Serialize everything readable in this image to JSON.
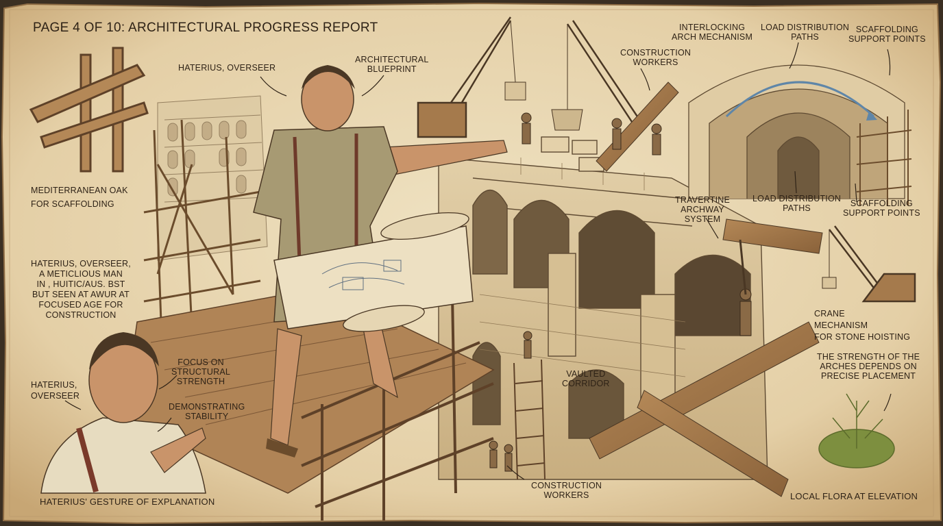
{
  "page_title": "PAGE 4 OF 10: ARCHITECTURAL PROGRESS REPORT",
  "labels": {
    "haterius_overseer_top": "HATERIUS, OVERSEER",
    "architectural_blueprint": [
      "ARCHITECTURAL",
      "BLUEPRINT"
    ],
    "construction_workers_top": [
      "CONSTRUCTION",
      "WORKERS"
    ],
    "interlocking_arch": [
      "INTERLOCKING",
      "ARCH MECHANISM"
    ],
    "load_paths_top": [
      "LOAD DISTRIBUTION",
      "PATHS"
    ],
    "scaffold_points_top": [
      "SCAFFOLDING",
      "SUPPORT POINTS"
    ],
    "oak": [
      "MEDITERRANEAN OAK",
      "FOR SCAFFOLDING"
    ],
    "travertine": [
      "TRAVERTINE",
      "ARCHWAY",
      "SYSTEM"
    ],
    "load_paths_mid": [
      "LOAD DISTRIBUTION",
      "PATHS"
    ],
    "scaffold_points_mid": [
      "SCAFFOLDING",
      "SUPPORT POINTS"
    ],
    "haterius_description": [
      "HATERIUS, OVERSEER,",
      "A METICLIOUS MAN",
      "IN , HUITIC/AUS. BST",
      "BUT SEEN AT AWUR AT",
      "FOCUSED AGE FOR",
      "CONSTRUCTION"
    ],
    "crane_mechanism": [
      "CRANE",
      "MECHANISM",
      "FOR STONE HOISTING"
    ],
    "structural_strength": [
      "FOCUS ON",
      "STRUCTURAL",
      "STRENGTH"
    ],
    "haterius_overseer_portrait": [
      "HATERIUS,",
      "OVERSEER"
    ],
    "demonstrating_stability": [
      "DEMONSTRATING",
      "STABILITY"
    ],
    "vaulted_corridor": [
      "VAULTED",
      "CORRIDOR"
    ],
    "arches_strength": [
      "THE STRENGTH OF THE",
      "ARCHES DEPENDS ON",
      "PRECISE PLACEMENT"
    ],
    "construction_workers_bottom": [
      "CONSTRUCTION",
      "WORKERS"
    ],
    "gesture": "HATERIUS' GESTURE OF EXPLANATION",
    "local_flora": "LOCAL FLORA AT ELEVATION"
  },
  "colors": {
    "parchment": "#e9d9b6",
    "parchment_dark": "#c9ab7c",
    "ink": "#2e2216",
    "wood": "#a57a4c",
    "stone": "#d8c39a",
    "tunic": "#a79a73",
    "sky_blue": "#5f86a8",
    "flora_green": "#7d8f3f"
  }
}
